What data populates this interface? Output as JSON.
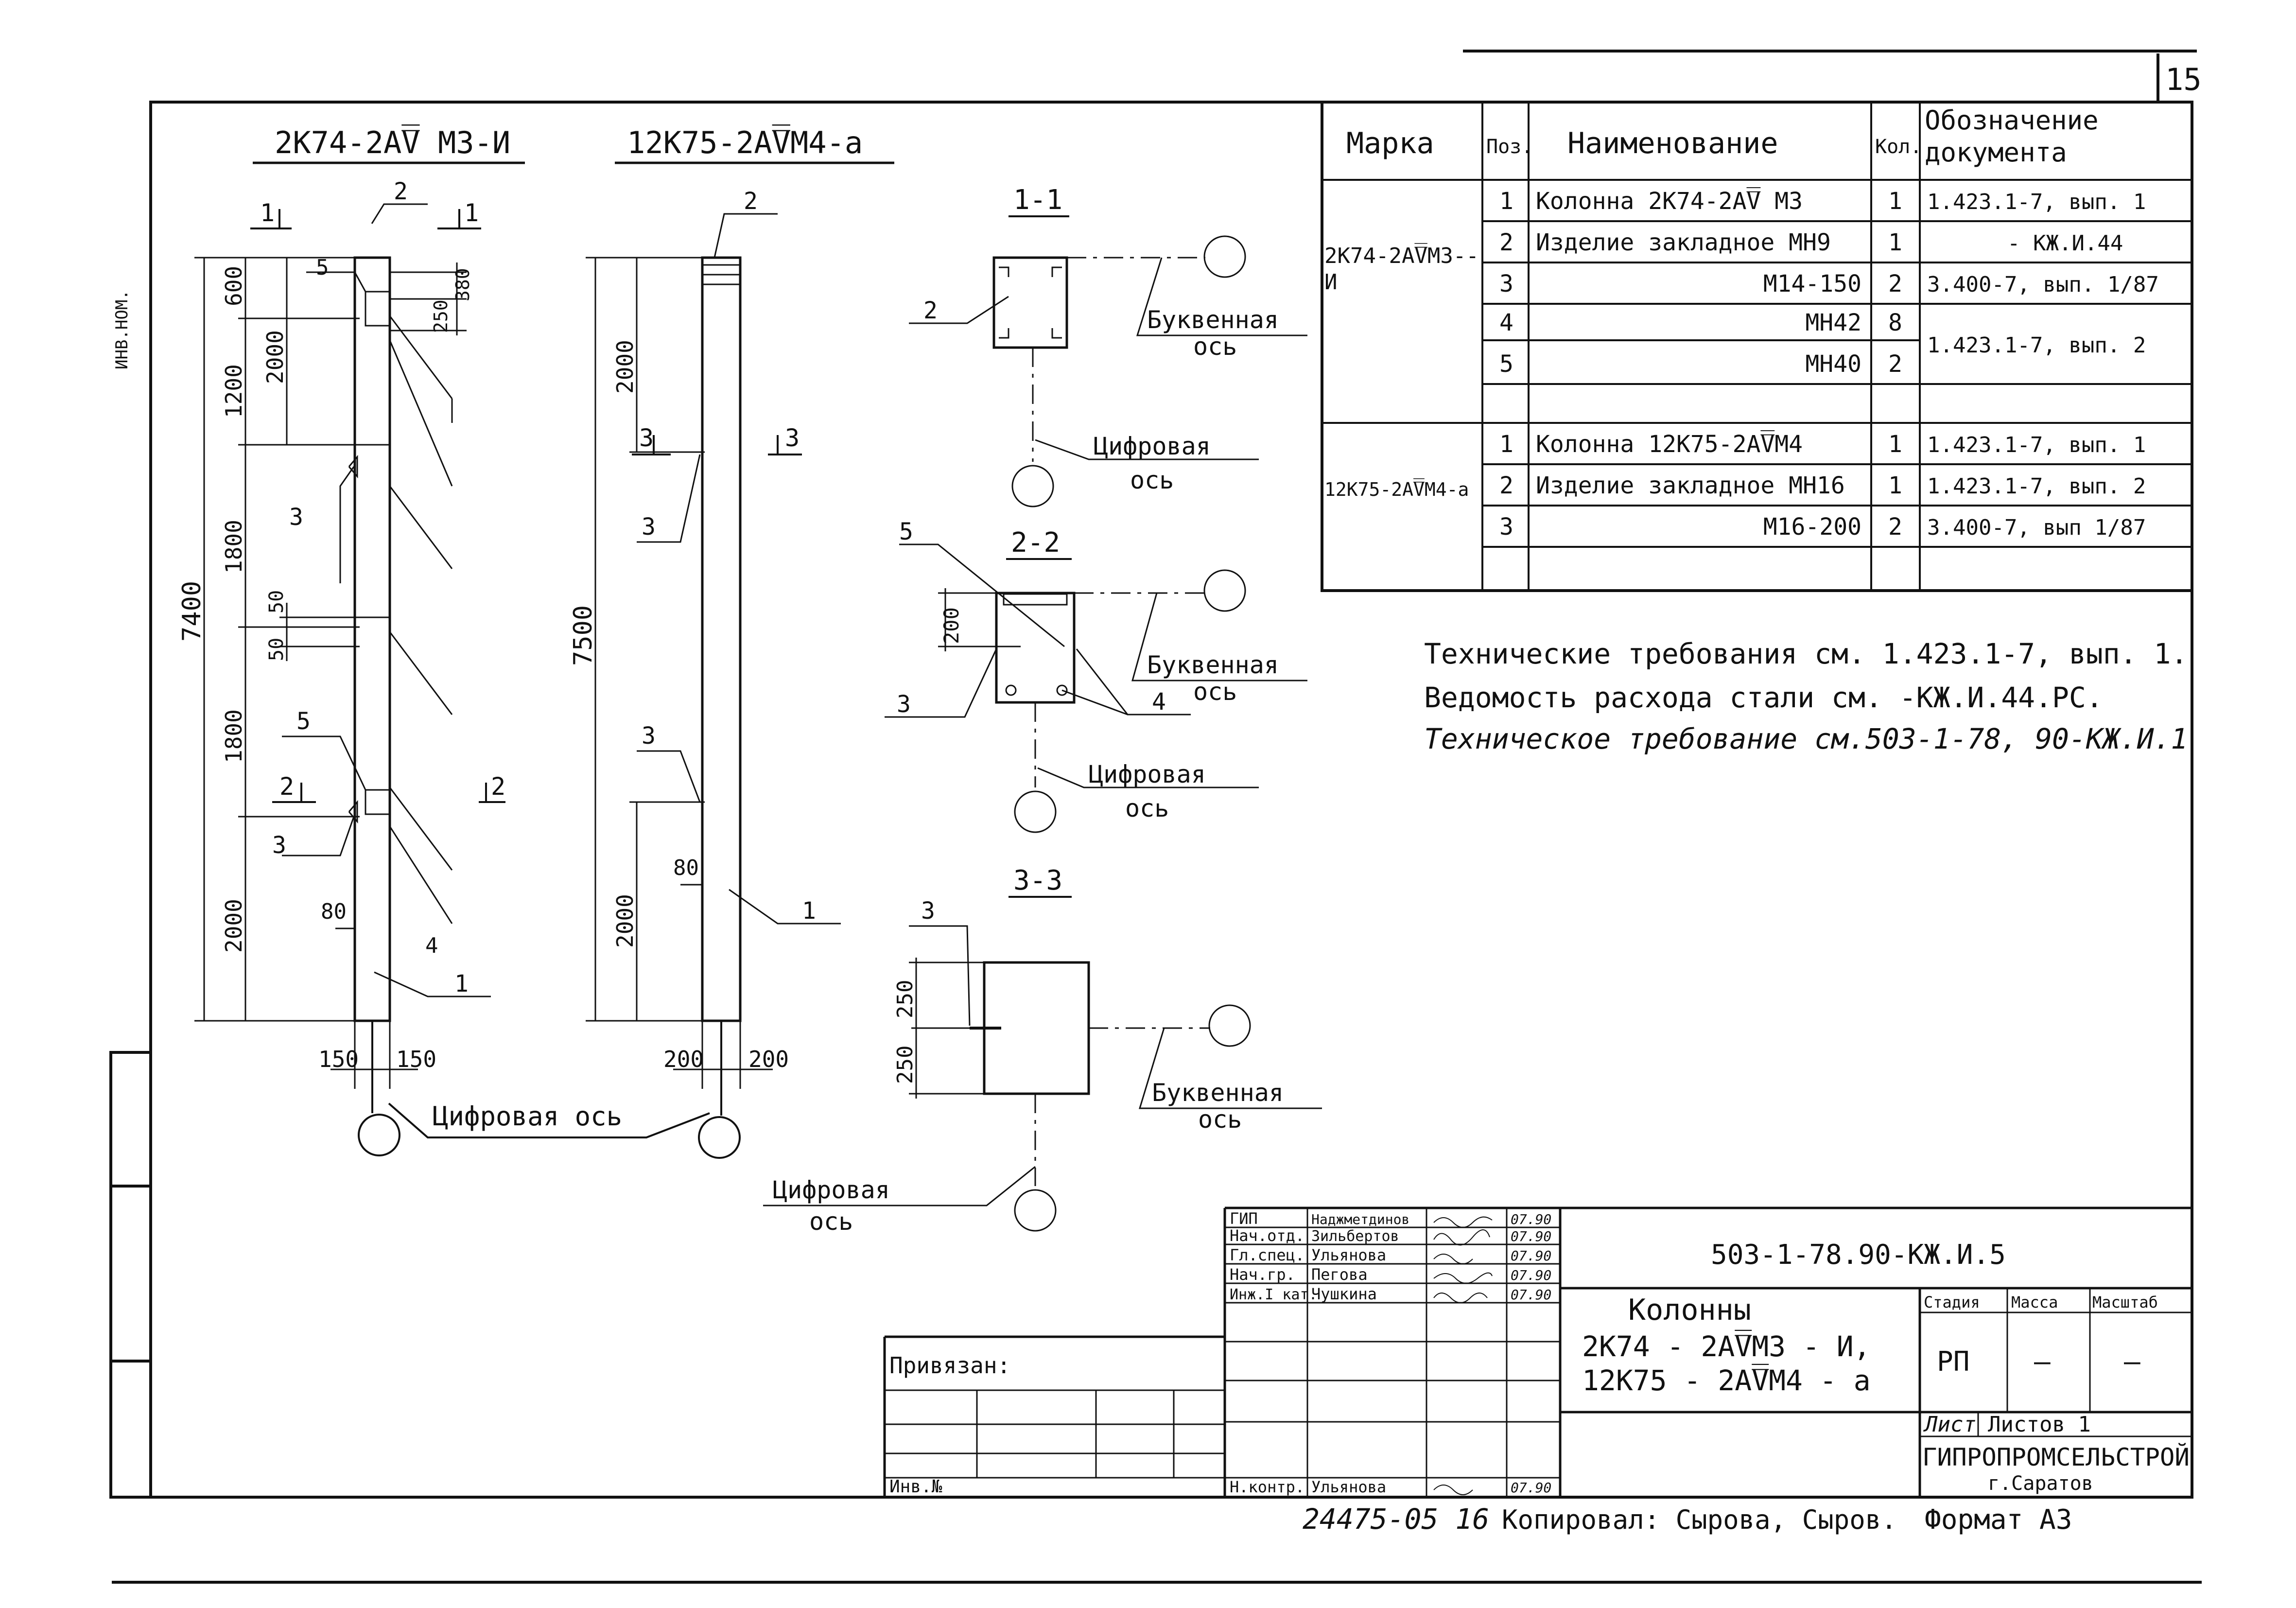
{
  "sheet_number": "15",
  "margin_note": "ИНВ.НОМ.",
  "views": {
    "column_a": {
      "title": "2К74-2А̅V̅ М3-И",
      "overall_height": "7400",
      "dims": [
        "600",
        "1200",
        "1800",
        "1800",
        "2000"
      ],
      "inner_dims": [
        "2000",
        "50",
        "50"
      ],
      "top_dims": [
        "380",
        "250"
      ],
      "bottom_dims": [
        "150",
        "150"
      ],
      "small_dim": "80",
      "cut_marks": [
        "1",
        "1",
        "2",
        "2"
      ],
      "pos_labels": [
        "1",
        "2",
        "3",
        "3",
        "4",
        "5",
        "5"
      ]
    },
    "column_b": {
      "title": "12К75-2А̅V̅М4-а",
      "overall_height": "7500",
      "dims": [
        "2000",
        "2000"
      ],
      "bottom_dims": [
        "200",
        "200"
      ],
      "small_dim": "80",
      "cut_marks": [
        "3",
        "3"
      ],
      "pos_labels": [
        "1",
        "2",
        "3",
        "3"
      ]
    },
    "axis_digital_bottom": "Цифровая ось",
    "section_1": {
      "title": "1-1",
      "pos_label": "2",
      "axis_letter": [
        "Буквенная",
        "ось"
      ],
      "axis_digit": [
        "Цифровая",
        "ось"
      ]
    },
    "section_2": {
      "title": "2-2",
      "dim": "200",
      "pos_labels": [
        "5",
        "3",
        "4"
      ],
      "axis_letter": [
        "Буквенная",
        "ось"
      ],
      "axis_digit": [
        "Цифровая",
        "ось"
      ]
    },
    "section_3": {
      "title": "3-3",
      "dims": [
        "250",
        "250"
      ],
      "pos_label": "3",
      "axis_letter": [
        "Буквенная",
        "ось"
      ],
      "axis_digit": [
        "Цифровая",
        "ось"
      ]
    }
  },
  "spec_table": {
    "headers": [
      "Марка",
      "Поз.",
      "Наименование",
      "Кол.",
      "Обозначение документа"
    ],
    "groups": [
      {
        "mark": "2К74-2А̅V̅М3--И",
        "rows": [
          [
            "1",
            "Колонна 2К74-2А̅V̅ М3",
            "1",
            "1.423.1-7, вып. 1"
          ],
          [
            "2",
            "Изделие закладное МН9",
            "1",
            "- КЖ.И.44"
          ],
          [
            "3",
            "М14-150",
            "2",
            "3.400-7, вып. 1/87"
          ],
          [
            "4",
            "МН42",
            "8",
            "1.423.1-7, вып. 2"
          ],
          [
            "5",
            "МН40",
            "2",
            ""
          ]
        ]
      },
      {
        "mark": "12К75-2А̅V̅М4-а",
        "rows": [
          [
            "1",
            "Колонна 12К75-2А̅V̅М4",
            "1",
            "1.423.1-7, вып. 1"
          ],
          [
            "2",
            "Изделие закладное МН16",
            "1",
            "1.423.1-7, вып. 2"
          ],
          [
            "3",
            "М16-200",
            "2",
            "3.400-7, вып 1/87"
          ]
        ]
      }
    ]
  },
  "notes": [
    "Технические требования см. 1.423.1-7, вып. 1.",
    "Ведомость расхода стали см.      -КЖ.И.44.РС.",
    "Техническое требование см.503-1-78, 90-КЖ.И.1"
  ],
  "title_block": {
    "roles": [
      "ГИП",
      "Нач.отд.",
      "Гл.спец.",
      "Нач.гр.",
      "Инж.I кат.",
      "",
      "",
      "Н.контр."
    ],
    "names": [
      "Наджметдинов",
      "Зильбертов",
      "Ульянова",
      "Пегова",
      "Чушкина",
      "",
      "",
      "Ульянова"
    ],
    "dates": [
      "07.90",
      "07.90",
      "07.90",
      "07.90",
      "07.90",
      "",
      "",
      "07.90"
    ],
    "document_code": "503-1-78.90-КЖ.И.5",
    "title_lines": [
      "Колонны",
      "2К74 - 2А̅V̅М3 - И,",
      "12К75 - 2А̅V̅М4 - а"
    ],
    "stage_header": [
      "Стадия",
      "Масса",
      "Масштаб"
    ],
    "stage_values": [
      "РП",
      "—",
      "—"
    ],
    "sheet_label": "Лист",
    "sheets_label": "Листов 1",
    "organization": "ГИПРОПРОМСЕЛЬСТРОЙ",
    "city": "г.Саратов",
    "attached_label": "Привязан:",
    "inv_label": "Инв.№"
  },
  "footer": {
    "inv_number": "24475-05 16",
    "copied_by": "Копировал: Сырова, Сыров.",
    "format": "Формат А3"
  }
}
